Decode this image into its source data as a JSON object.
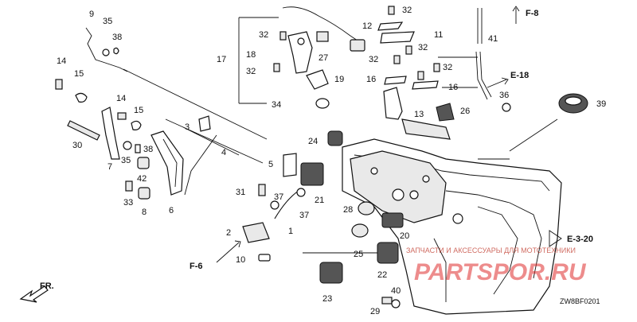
{
  "diagram": {
    "part_numbers": [
      "1",
      "2",
      "3",
      "4",
      "5",
      "6",
      "7",
      "8",
      "9",
      "10",
      "11",
      "12",
      "13",
      "14",
      "15",
      "16",
      "17",
      "18",
      "19",
      "20",
      "21",
      "22",
      "23",
      "24",
      "25",
      "26",
      "27",
      "28",
      "29",
      "30",
      "31",
      "32",
      "33",
      "34",
      "35",
      "36",
      "37",
      "38",
      "39",
      "40",
      "41",
      "42"
    ],
    "section_refs": {
      "top": "F-8",
      "right": "E-18",
      "bottom_right": "E-3-20",
      "left": "F-6"
    },
    "direction_label": "FR.",
    "drawing_code": "ZW8BF0201",
    "watermark": {
      "caption": "ЗАПЧАСТИ И АКСЕССУАРЫ ДЛЯ МОТОТЕХНИКИ",
      "logo_text": "PARTSPOR.RU"
    },
    "accent_colors": {
      "line": "#111111",
      "watermark": "#e03030"
    }
  }
}
